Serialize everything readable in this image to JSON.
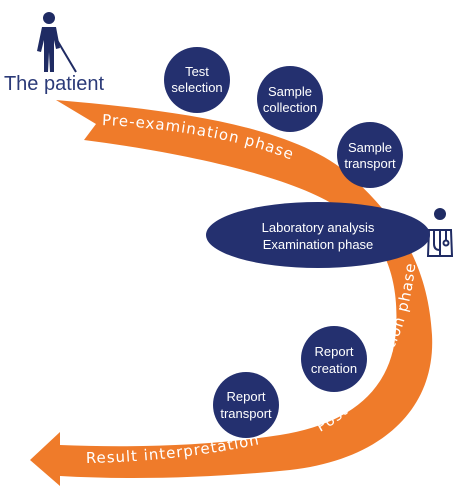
{
  "patient_label": "The patient",
  "icons": {
    "patient": "blind-person-with-cane-icon",
    "doctor": "doctor-with-stethoscope-icon"
  },
  "colors": {
    "arrow": "#ef7b2a",
    "node": "#24306f",
    "patient_text": "#2b3a78",
    "node_text": "#ffffff",
    "icon": "#1f2b63"
  },
  "nodes": {
    "test_selection": [
      "Test",
      "selection"
    ],
    "sample_collection": [
      "Sample",
      "collection"
    ],
    "sample_transport": [
      "Sample",
      "transport"
    ],
    "lab_analysis": [
      "Laboratory analysis",
      "Examination phase"
    ],
    "report_creation": [
      "Report",
      "creation"
    ],
    "report_transport": [
      "Report",
      "transport"
    ]
  },
  "phases": {
    "pre": "Pre-examination phase",
    "post": "Post-examination phase",
    "result": "Result interpretation"
  }
}
